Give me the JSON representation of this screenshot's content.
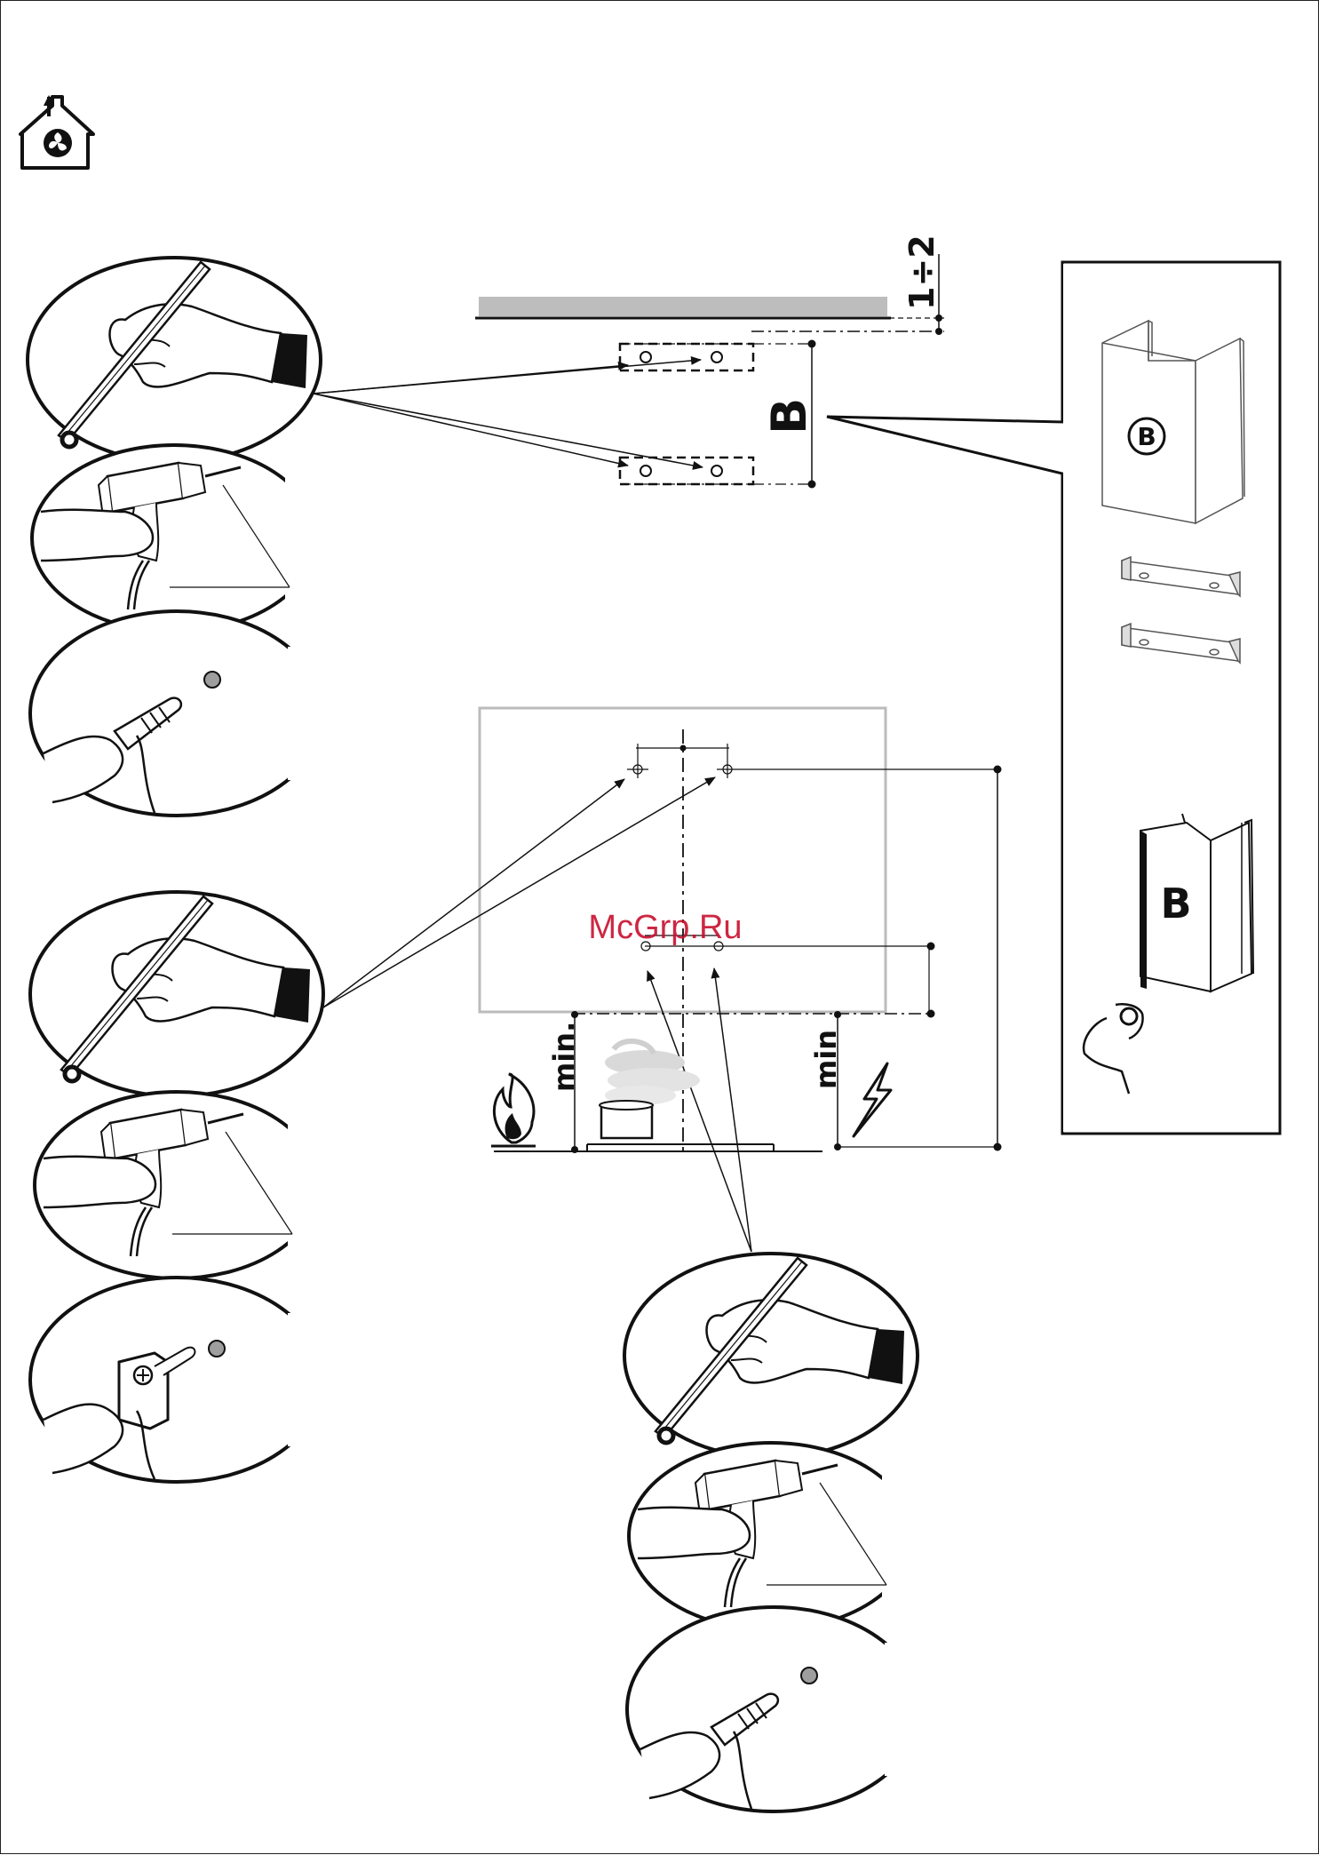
{
  "header": {
    "icon": "house-ventilation-icon"
  },
  "dimensions": {
    "gap_label": "1÷2",
    "bracket_spacing_label": "B",
    "min_left_label": "min.",
    "min_right_label": "min"
  },
  "kit_panel": {
    "chimney_upper_label": "B",
    "chimney_lower_label": "B"
  },
  "watermark": "McGrp.Ru",
  "icons": [
    "pencil-mark-icon",
    "drill-icon",
    "wall-plug-icon",
    "bracket-screw-icon",
    "flame-icon",
    "lightning-icon",
    "cooking-pot-icon"
  ],
  "colors": {
    "line": "#111111",
    "shelf": "#bdbdbd",
    "hood_outline": "#bbbbbb",
    "watermark": "#c8102e",
    "plug": "#9e9e9e"
  }
}
